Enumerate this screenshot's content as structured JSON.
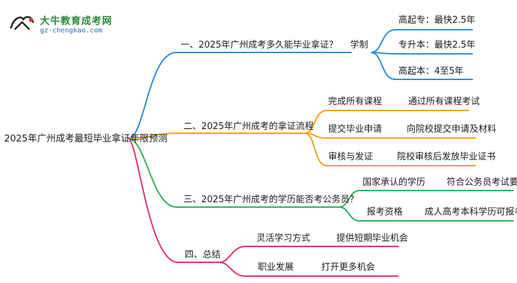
{
  "logo": {
    "name": "大牛教育成考网",
    "url": "gz-chengkao.com"
  },
  "root": "2025年广州成考最短毕业拿证年限预测",
  "branches": [
    {
      "title": "一、2025年广州成考多久能毕业拿证？",
      "color": "#2f8bd6",
      "sub": "学制",
      "leaves": [
        "高起专：最快2.5年",
        "专升本：最快2.5年",
        "高起本：4至5年"
      ]
    },
    {
      "title": "二、2025年广州成考的拿证流程",
      "color": "#f0a216",
      "rows": [
        [
          "完成所有课程",
          "通过所有课程考试"
        ],
        [
          "提交毕业申请",
          "向院校提交申请及材料"
        ],
        [
          "审核与发证",
          "院校审核后发放毕业证书"
        ]
      ]
    },
    {
      "title": "三、2025年广州成考的学历能否考公务员？",
      "color": "#2fae5c",
      "rows": [
        [
          "国家承认的学历",
          "符合公务员考试要求"
        ],
        [
          "报考资格",
          "成人高考本科学历可报考"
        ]
      ]
    },
    {
      "title": "四、总结",
      "color": "#e0306f",
      "rows": [
        [
          "灵活学习方式",
          "提供短期毕业机会"
        ],
        [
          "职业发展",
          "打开更多机会"
        ]
      ]
    }
  ]
}
